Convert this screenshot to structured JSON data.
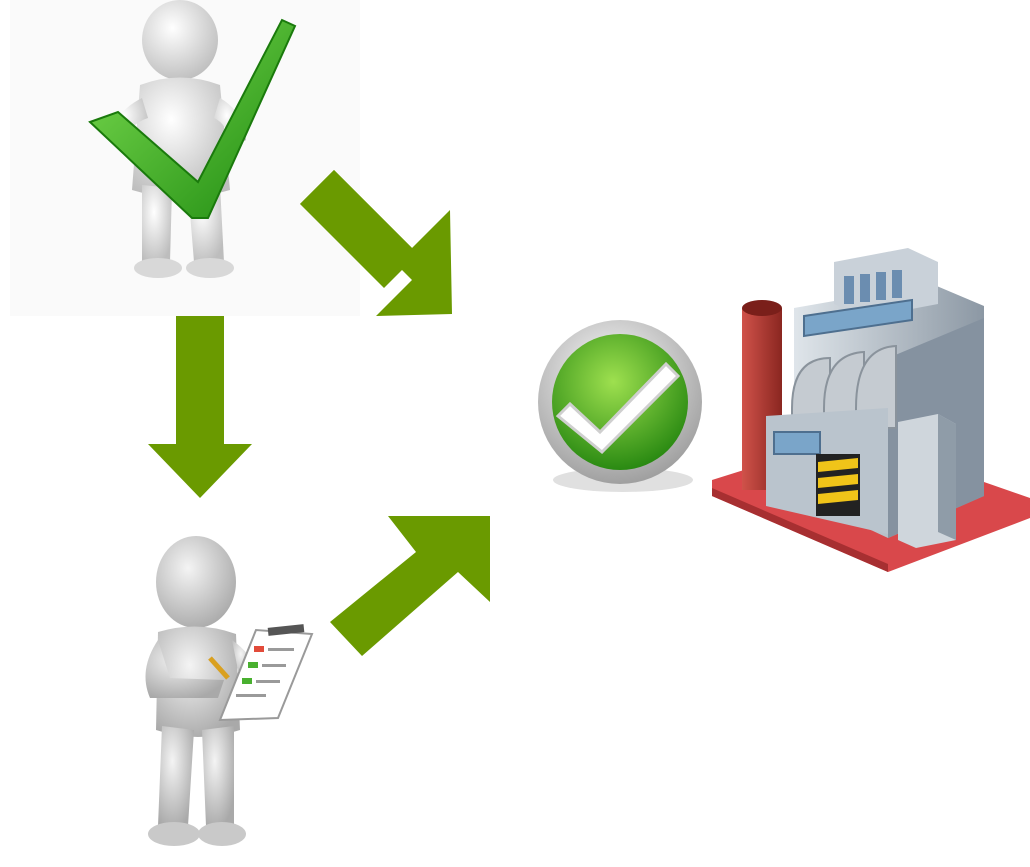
{
  "colors": {
    "arrow": "#6a9a00",
    "check_green": "#3aa51a",
    "figure_light": "#efefef",
    "figure_shadow": "#bdbdbd",
    "brick": "#b83a34",
    "building_gray": "#b9c3cc",
    "window_blue": "#7aa5c9",
    "base_red": "#d9484b",
    "door_yellow": "#f0c419"
  },
  "nodes": [
    {
      "id": "approver",
      "icon": "figure-holding-checkmark-icon"
    },
    {
      "id": "inspector",
      "icon": "figure-with-clipboard-icon"
    },
    {
      "id": "approval-badge",
      "icon": "green-checkmark-badge-icon"
    },
    {
      "id": "factory",
      "icon": "factory-icon"
    }
  ],
  "edges": [
    {
      "from": "approver",
      "to": "inspector"
    },
    {
      "from": "approver",
      "to": "approval-badge"
    },
    {
      "from": "inspector",
      "to": "approval-badge"
    }
  ]
}
